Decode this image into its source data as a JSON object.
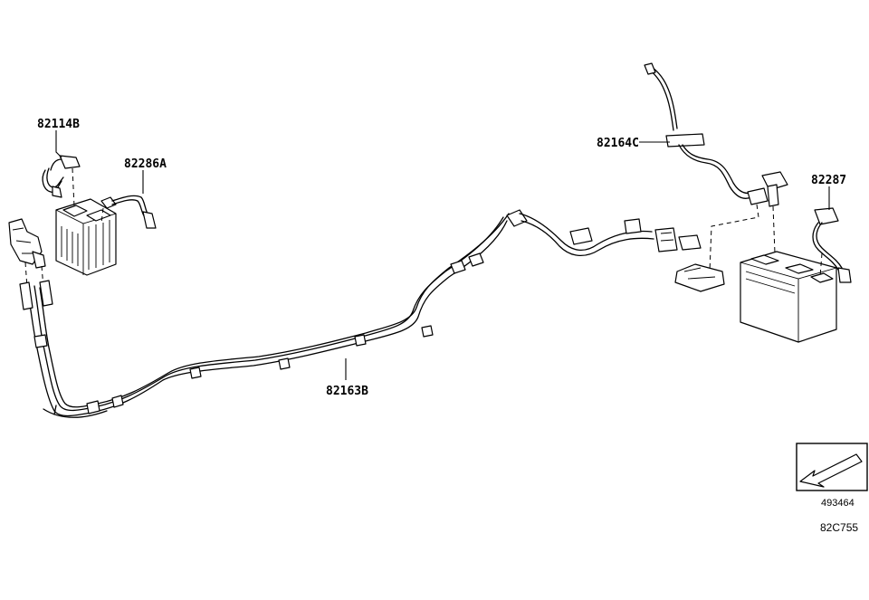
{
  "labels": {
    "part_82114b": "82114B",
    "part_82286a": "82286A",
    "part_82164c": "82164C",
    "part_82287": "82287",
    "part_82163b": "82163B"
  },
  "footer": {
    "figure_number": "493464",
    "diagram_code": "82C755"
  },
  "icons": {
    "direction_arrow": "front-direction-arrow-icon"
  }
}
